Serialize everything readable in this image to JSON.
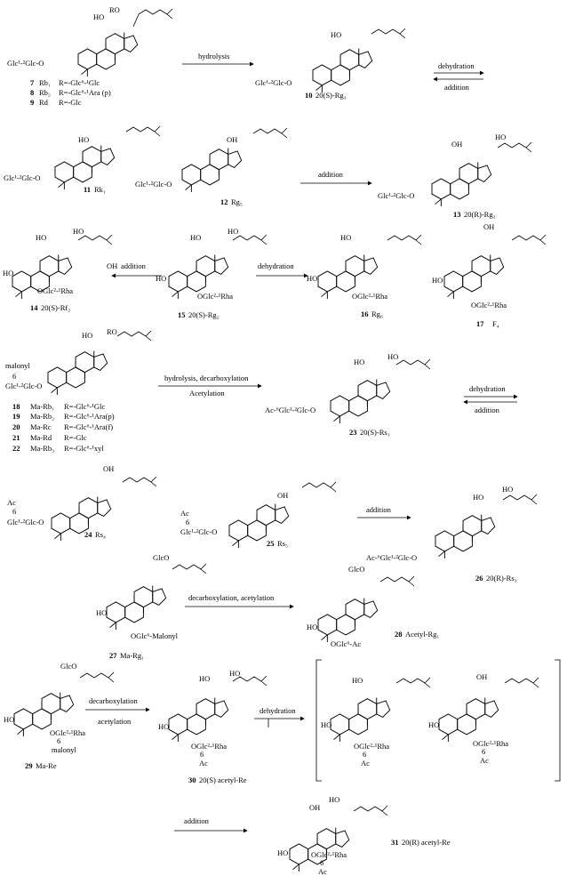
{
  "reactions": {
    "hydrolysis": "hydrolysis",
    "dehydration_1": "dehydration",
    "addition_1": "addition",
    "addition_2": "addition",
    "addition_3": "addition",
    "dehydration_2": "dehydration",
    "hydrolysis_decarboxylation": "hydrolysis, decarboxylation",
    "acetylation_1": "Acetylation",
    "dehydration_3": "dehydration",
    "addition_4": "addition",
    "addition_5": "addition",
    "decarboxylation_acetylation": "decarboxylation, acetylation",
    "decarboxylation": "decarboxylation",
    "acetylation_2": "acetylation",
    "dehydration_4": "dehydration",
    "addition_6": "addition"
  },
  "compounds": {
    "c7_9": [
      {
        "num": "7",
        "name": "Rb₁",
        "r": "R=-Glc⁶-¹Glc"
      },
      {
        "num": "8",
        "name": "Rb₂",
        "r": "R=-Glc⁶-¹Ara (p)"
      },
      {
        "num": "9",
        "name": "Rd",
        "r": "R=-Glc"
      }
    ],
    "c10": {
      "num": "10",
      "name": "20(S)-Rg₃"
    },
    "c11": {
      "num": "11",
      "name": "Rk₁"
    },
    "c12": {
      "num": "12",
      "name": "Rg₅"
    },
    "c13": {
      "num": "13",
      "name": "20(R)-Rg₃"
    },
    "c14": {
      "num": "14",
      "name": "20(S)-Rf₂"
    },
    "c15": {
      "num": "15",
      "name": "20(S)-Rg₂"
    },
    "c16": {
      "num": "16",
      "name": "Rg₆"
    },
    "c17": {
      "num": "17",
      "name": "F₄"
    },
    "c18_22": [
      {
        "num": "18",
        "name": "Ma-Rb₁",
        "r": "R=-Glc⁶-¹Glc"
      },
      {
        "num": "19",
        "name": "Ma-Rb₂",
        "r": "R=-Glc⁶-¹Ara(p)"
      },
      {
        "num": "20",
        "name": "Ma-Rc",
        "r": "R=-Glc⁶-¹Ara(f)"
      },
      {
        "num": "21",
        "name": "Ma-Rd",
        "r": "R=-Glc"
      },
      {
        "num": "22",
        "name": "Ma-Rb₃",
        "r": "R=-Glc⁶-¹xyl"
      }
    ],
    "c23": {
      "num": "23",
      "name": "20(S)-Rs₃"
    },
    "c24": {
      "num": "24",
      "name": "Rs₄"
    },
    "c25": {
      "num": "25",
      "name": "Rs₅"
    },
    "c26": {
      "num": "26",
      "name": "20(R)-Rs₃"
    },
    "c27": {
      "num": "27",
      "name": "Ma-Rg₁"
    },
    "c28": {
      "num": "28",
      "name": "Acetyl-Rg₁"
    },
    "c29": {
      "num": "29",
      "name": "Ma-Re"
    },
    "c30": {
      "num": "30",
      "name": "20(S) acetyl-Re"
    },
    "c31": {
      "num": "31",
      "name": "20(R) acetyl-Re"
    }
  },
  "groups": {
    "glc_glc_o": "Glc¹-²Glc-O",
    "ho": "HO",
    "oh": "OH",
    "ro": "RO",
    "glco": "GlcO",
    "oglc_rha": "OGlc²-¹Rha",
    "ac_glc_glc_o": "Ac-⁶Glc¹-²Glc-O",
    "malonyl": "malonyl",
    "six": "6",
    "ac": "Ac",
    "oglc_malonyl": "OGlc⁶-Malonyl",
    "oglc_ac": "OGlc⁶-Ac"
  }
}
